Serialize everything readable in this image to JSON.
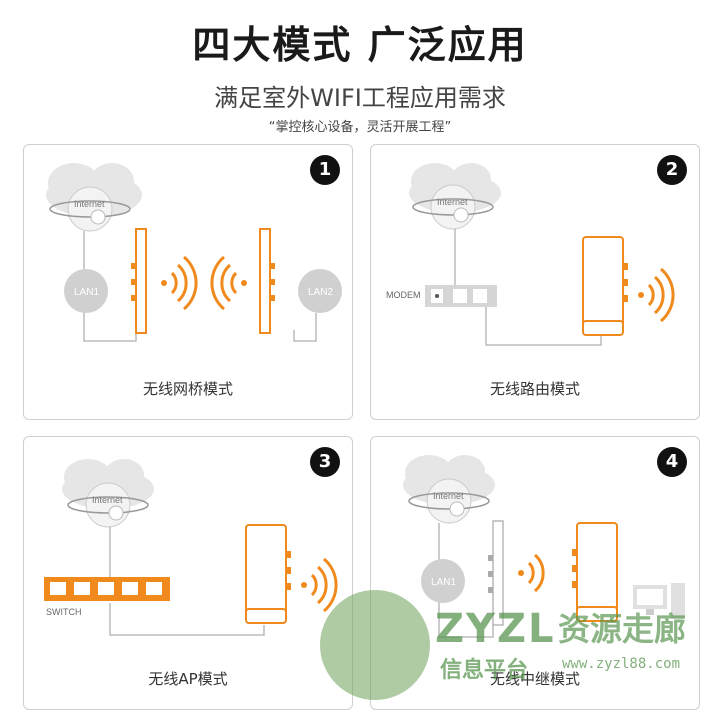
{
  "header": {
    "title": "四大模式 广泛应用",
    "subtitle": "满足室外WIFI工程应用需求",
    "tagline": "“掌控核心设备，灵活开展工程”"
  },
  "panels": [
    {
      "number": "1",
      "caption": "无线网桥模式",
      "cloud_label": "Internet",
      "lan_labels": [
        "LAN1",
        "LAN2"
      ]
    },
    {
      "number": "2",
      "caption": "无线路由模式",
      "cloud_label": "Internet",
      "device_label": "MODEM"
    },
    {
      "number": "3",
      "caption": "无线AP模式",
      "cloud_label": "Internet",
      "device_label": "SWITCH"
    },
    {
      "number": "4",
      "caption": "无线中继模式",
      "cloud_label": "Internet",
      "lan_labels": [
        "LAN1"
      ]
    }
  ],
  "watermark": {
    "title": "ZYZL",
    "subtitle_left": "信息平台",
    "subtitle_right": "资源走廊",
    "url": "www.zyzl88.com"
  },
  "colors": {
    "accent": "#f08a1c",
    "gray": "#c8c8c8",
    "badge": "#111111"
  }
}
